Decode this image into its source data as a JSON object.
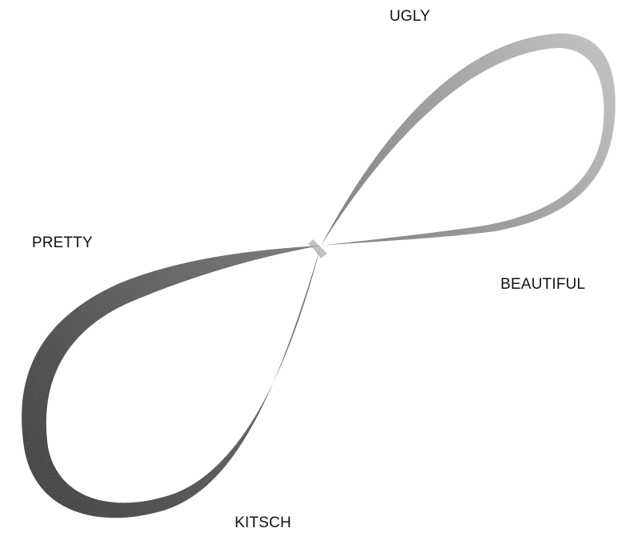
{
  "labels": {
    "ugly": "UGLY",
    "pretty": "PRETTY",
    "beautiful": "BEAUTIFUL",
    "kitsch": "KITSCH"
  },
  "colors": {
    "ribbon_dark": "#3a3a3a",
    "ribbon_mid": "#8a8a8a",
    "ribbon_light": "#bdbdbd",
    "text": "#111111",
    "background": "#ffffff"
  }
}
